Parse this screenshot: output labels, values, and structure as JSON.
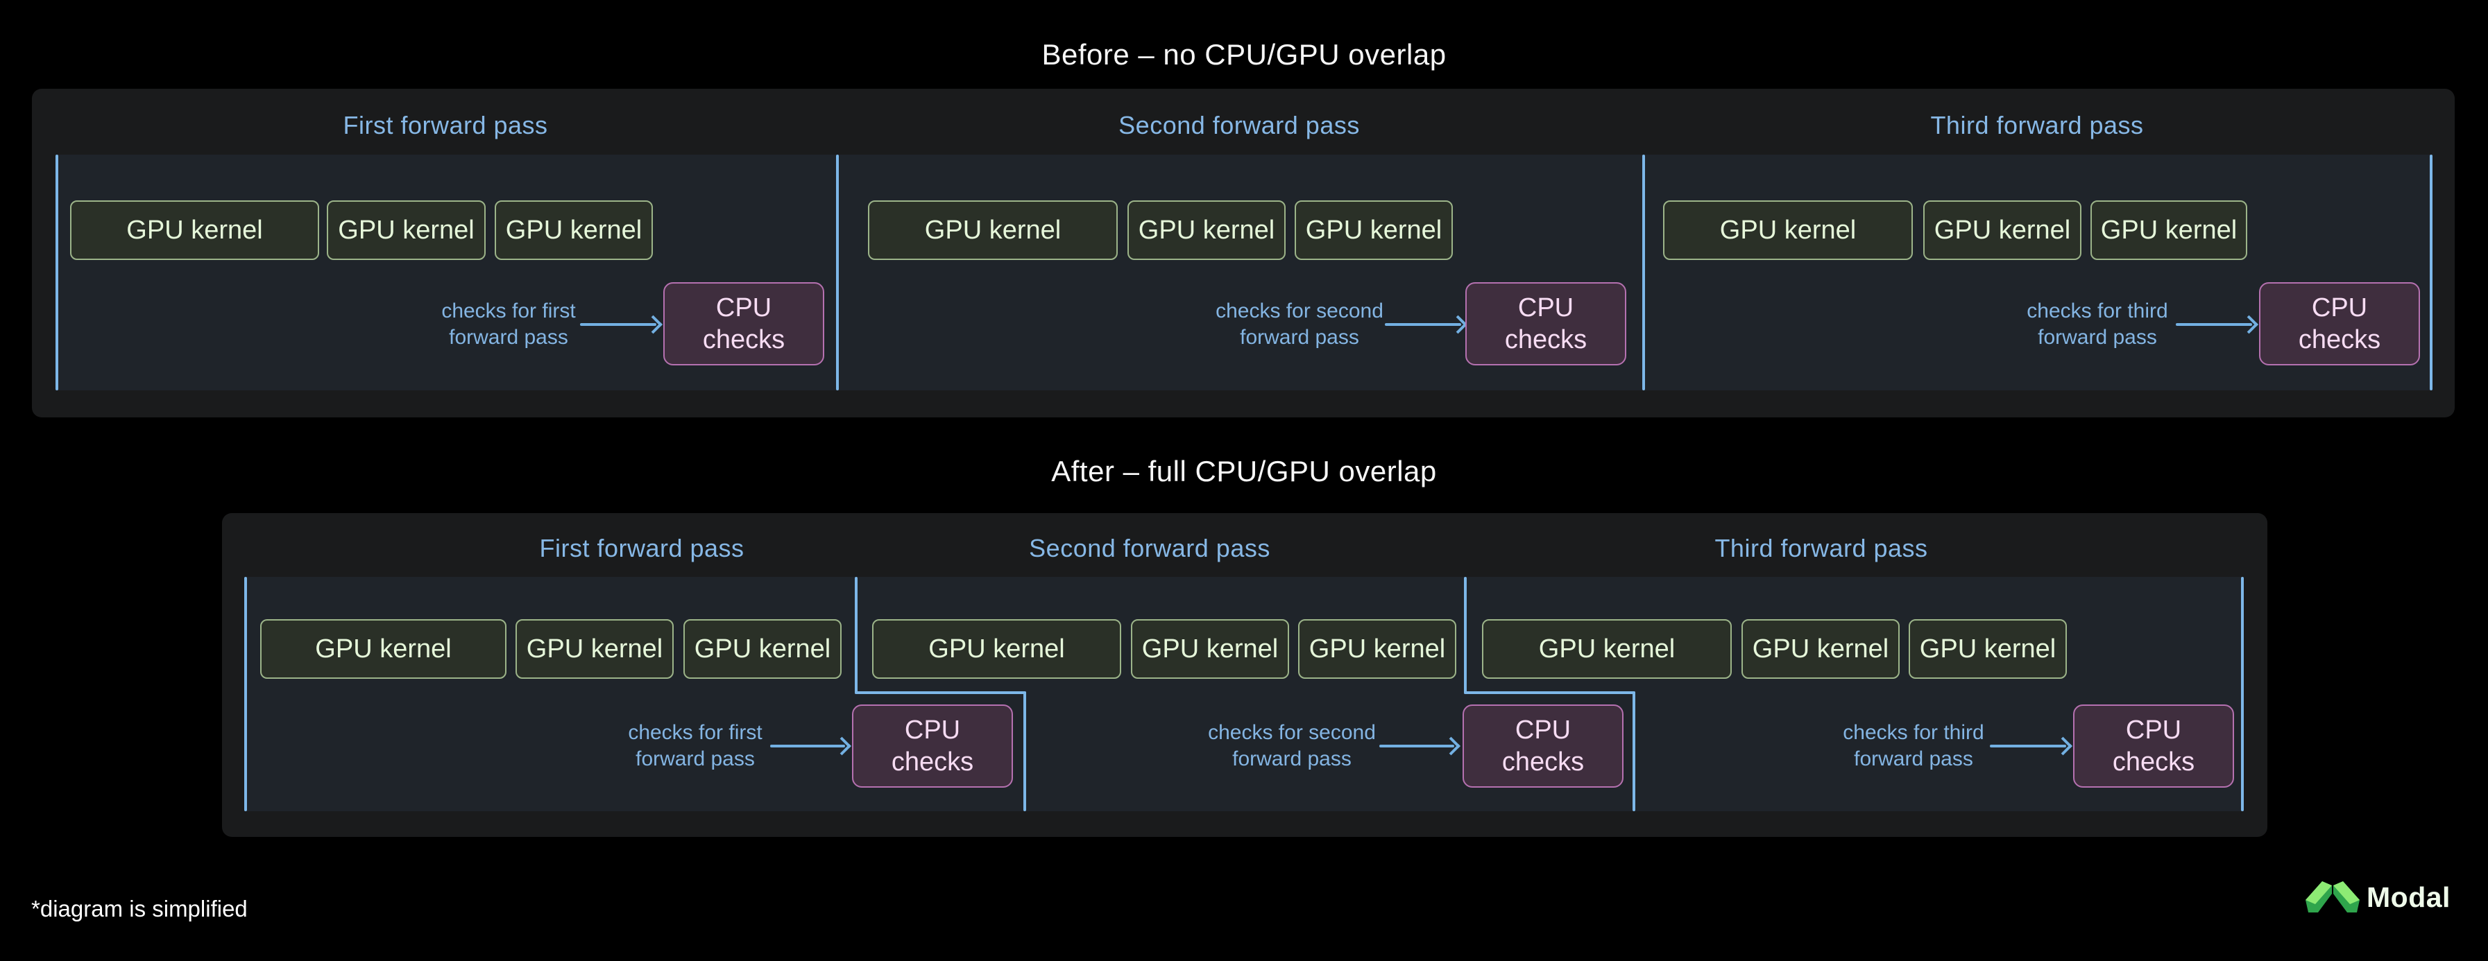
{
  "page": {
    "footnote": "*diagram is simplified"
  },
  "brand": {
    "name": "Modal"
  },
  "colors": {
    "background": "#000000",
    "panel_bg": "#1a1b1c",
    "strip_bg": "#1f242a",
    "timeline_blue": "#7db7e8",
    "annotation_blue": "#84b5e3",
    "gpu_box_fill": "#2a3027",
    "gpu_box_border": "#9cb489",
    "gpu_box_text": "#e6f7da",
    "cpu_box_fill": "#3f2e3e",
    "cpu_box_border": "#b571b0",
    "cpu_box_text": "#f7dcf3",
    "title_text": "#f7f7f7",
    "logo_light_green": "#8deb74",
    "logo_green": "#2fa54c"
  },
  "before": {
    "title": "Before – no CPU/GPU overlap",
    "sections": [
      {
        "header": "First forward pass",
        "gpu_kernels": [
          "GPU kernel",
          "GPU kernel",
          "GPU kernel"
        ],
        "check_label": "checks for first\nforward pass",
        "cpu_label": "CPU\nchecks"
      },
      {
        "header": "Second forward pass",
        "gpu_kernels": [
          "GPU kernel",
          "GPU kernel",
          "GPU kernel"
        ],
        "check_label": "checks for second\nforward pass",
        "cpu_label": "CPU\nchecks"
      },
      {
        "header": "Third forward pass",
        "gpu_kernels": [
          "GPU kernel",
          "GPU kernel",
          "GPU kernel"
        ],
        "check_label": "checks for third\nforward pass",
        "cpu_label": "CPU\nchecks"
      }
    ]
  },
  "after": {
    "title": "After – full CPU/GPU overlap",
    "sections": [
      {
        "header": "First forward pass",
        "gpu_kernels": [
          "GPU kernel",
          "GPU kernel",
          "GPU kernel"
        ],
        "check_label": "checks for first\nforward pass",
        "cpu_label": "CPU\nchecks"
      },
      {
        "header": "Second forward pass",
        "gpu_kernels": [
          "GPU kernel",
          "GPU kernel",
          "GPU kernel"
        ],
        "check_label": "checks for second\nforward pass",
        "cpu_label": "CPU\nchecks"
      },
      {
        "header": "Third forward pass",
        "gpu_kernels": [
          "GPU kernel",
          "GPU kernel",
          "GPU kernel"
        ],
        "check_label": "checks for third\nforward pass",
        "cpu_label": "CPU\nchecks"
      }
    ]
  }
}
